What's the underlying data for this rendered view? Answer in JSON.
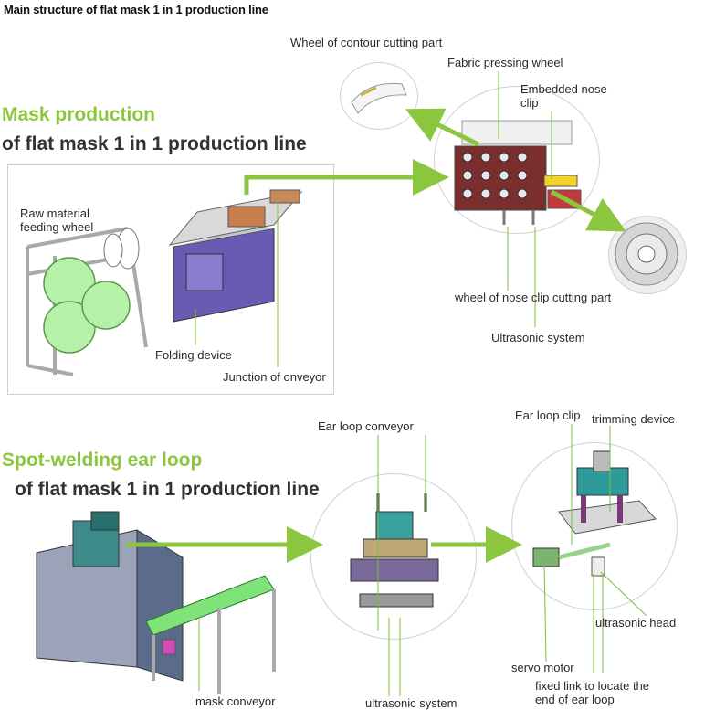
{
  "title": "Main structure of flat mask 1 in 1 production line",
  "section1": {
    "heading_green": "Mask production",
    "heading_dark": "of flat mask 1 in 1 production line",
    "labels": {
      "contour_wheel": "Wheel of contour cutting part",
      "fabric_wheel": "Fabric pressing wheel",
      "nose_clip": "Embedded nose clip",
      "raw_material": "Raw material feeding wheel",
      "nose_clip_cutting": "wheel of nose clip cutting part",
      "ultrasonic": "Ultrasonic system",
      "folding": "Folding device",
      "junction": "Junction of onveyor"
    }
  },
  "section2": {
    "heading_green": "Spot-welding ear loop",
    "heading_dark": "of flat mask 1 in 1 production line",
    "labels": {
      "ear_loop_conveyor": "Ear loop conveyor",
      "ear_loop_clip": "Ear loop clip",
      "trimming": "trimming device",
      "ultrasonic_head": "ultrasonic head",
      "servo": "servo motor",
      "fixed_link": "fixed link to locate the end of ear loop",
      "mask_conveyor": "mask conveyor",
      "ultrasonic_system": "ultrasonic system"
    }
  },
  "colors": {
    "accent_green": "#8cc63f",
    "heading_dark": "#333333",
    "machine_purple": "#5b4aa0",
    "machine_green": "#9be07a",
    "frame_gray": "#b8b8b8"
  }
}
